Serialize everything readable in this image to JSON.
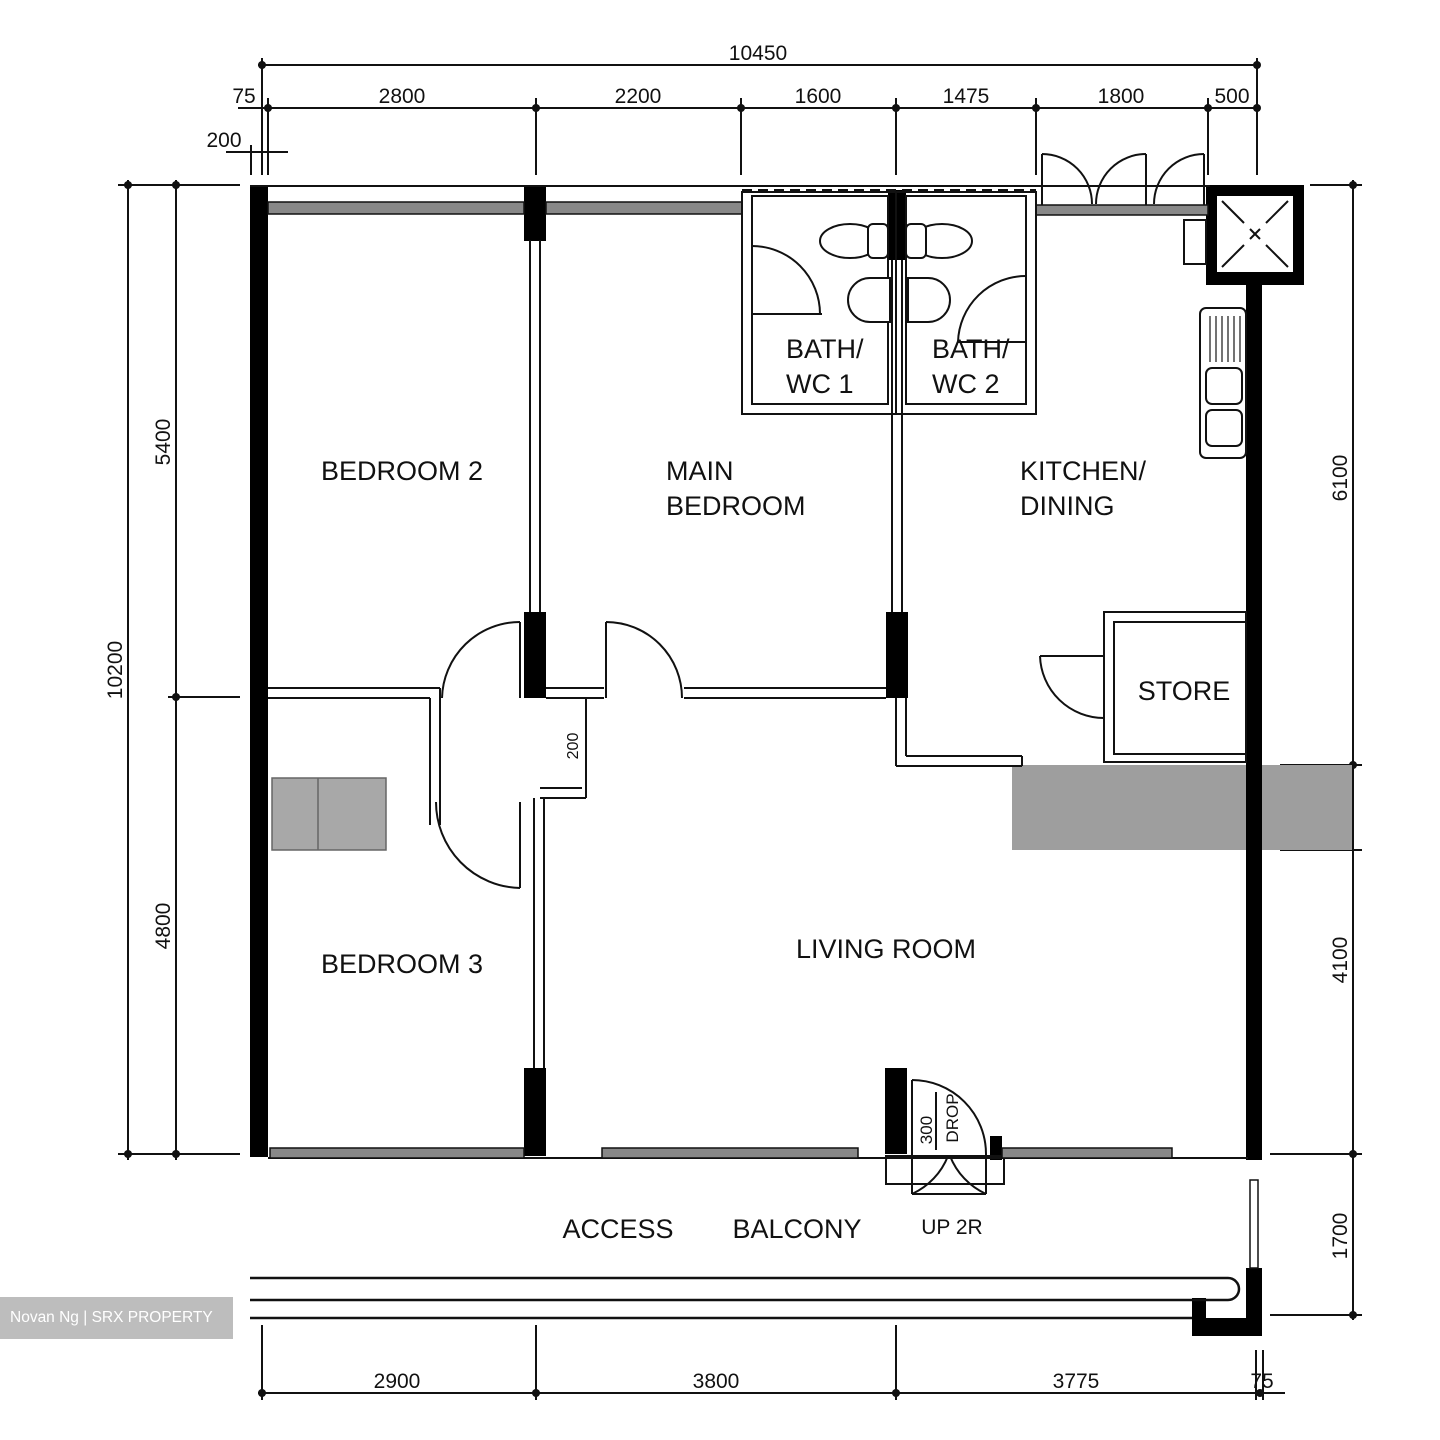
{
  "floorplan": {
    "rooms": {
      "bedroom2": "BEDROOM 2",
      "main_bedroom_line1": "MAIN",
      "main_bedroom_line2": "BEDROOM",
      "bath1_line1": "BATH/",
      "bath1_line2": "WC 1",
      "bath2_line1": "BATH/",
      "bath2_line2": "WC 2",
      "kitchen_line1": "KITCHEN/",
      "kitchen_line2": "DINING",
      "store": "STORE",
      "bedroom3": "BEDROOM 3",
      "living": "LIVING ROOM",
      "access": "ACCESS",
      "balcony": "BALCONY",
      "stair_note": "UP 2R",
      "drop_value": "300",
      "drop_label": "DROP"
    },
    "dimensions": {
      "top_overall": "10450",
      "top_segments": [
        "75",
        "2800",
        "2200",
        "1600",
        "1475",
        "1800",
        "500"
      ],
      "top_small": "200",
      "left_overall": "10200",
      "left_segments": [
        "5400",
        "4800"
      ],
      "right_segments": [
        "6100",
        "4100",
        "1700"
      ],
      "bottom_segments": [
        "2900",
        "3800",
        "3775",
        "75"
      ],
      "corridor_note": "200"
    },
    "colors": {
      "line": "#111111",
      "shaded_band": "#9e9e9e",
      "watermark_bg": "#bdbdbd"
    }
  },
  "watermark": {
    "text": "Novan Ng | SRX PROPERTY"
  }
}
